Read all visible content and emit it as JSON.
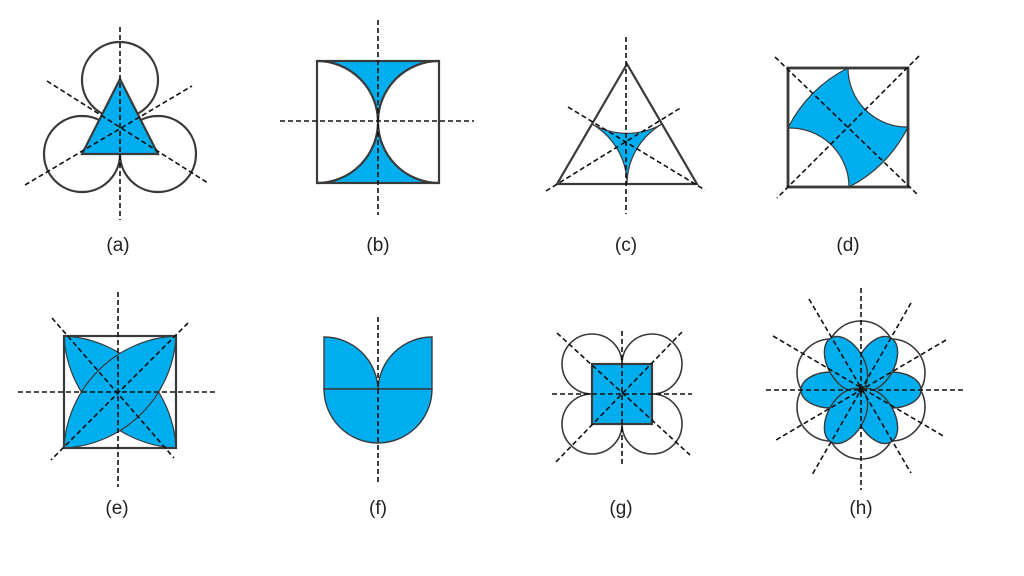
{
  "figures": [
    {
      "id": "a",
      "label": "(a)"
    },
    {
      "id": "b",
      "label": "(b)"
    },
    {
      "id": "c",
      "label": "(c)"
    },
    {
      "id": "d",
      "label": "(d)"
    },
    {
      "id": "e",
      "label": "(e)"
    },
    {
      "id": "f",
      "label": "(f)"
    },
    {
      "id": "g",
      "label": "(g)"
    },
    {
      "id": "h",
      "label": "(h)"
    }
  ],
  "colors": {
    "fill": "#00aeef",
    "stroke": "#3a3a3a",
    "axis": "#111111"
  }
}
